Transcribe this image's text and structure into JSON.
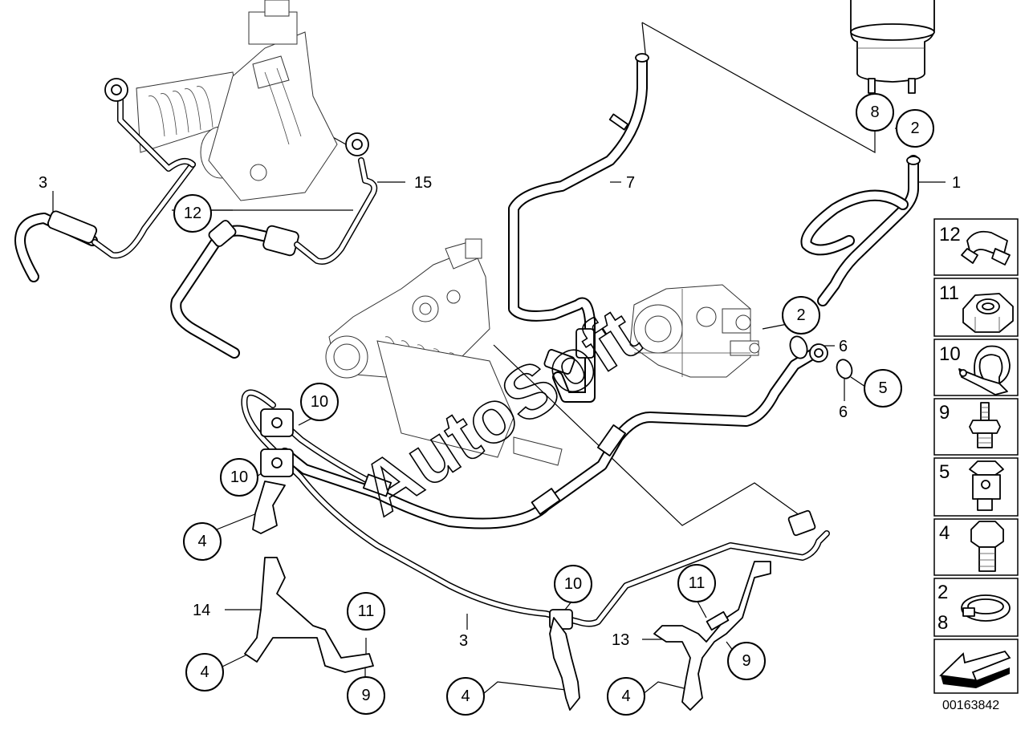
{
  "diagram": {
    "doc_number": "00163842",
    "watermark": "AutoSoft",
    "callouts": {
      "c8": "8",
      "c2_top": "2",
      "c2_mid": "2",
      "c5": "5",
      "c12": "12",
      "c10_a": "10",
      "c10_b": "10",
      "c10_c": "10",
      "c4_a": "4",
      "c4_b": "4",
      "c4_c": "4",
      "c4_d": "4",
      "c11_a": "11",
      "c11_b": "11",
      "c9_a": "9",
      "c9_b": "9"
    },
    "labels": {
      "l1": "1",
      "l3_a": "3",
      "l3_b": "3",
      "l6_a": "6",
      "l6_b": "6",
      "l7": "7",
      "l13": "13",
      "l14": "14",
      "l15": "15"
    },
    "legend": [
      {
        "label": "12",
        "icon": "hose-clip-icon"
      },
      {
        "label": "11",
        "icon": "hex-nut-icon"
      },
      {
        "label": "10",
        "icon": "clamp-bracket-icon"
      },
      {
        "label": "9",
        "icon": "stud-bolt-icon"
      },
      {
        "label": "5",
        "icon": "banjo-bolt-icon"
      },
      {
        "label": "4",
        "icon": "hex-bolt-icon"
      },
      {
        "label": "2",
        "label2": "8",
        "icon": "hose-clamp-icon"
      },
      {
        "label": "",
        "icon": "arrow-left-icon"
      }
    ]
  }
}
